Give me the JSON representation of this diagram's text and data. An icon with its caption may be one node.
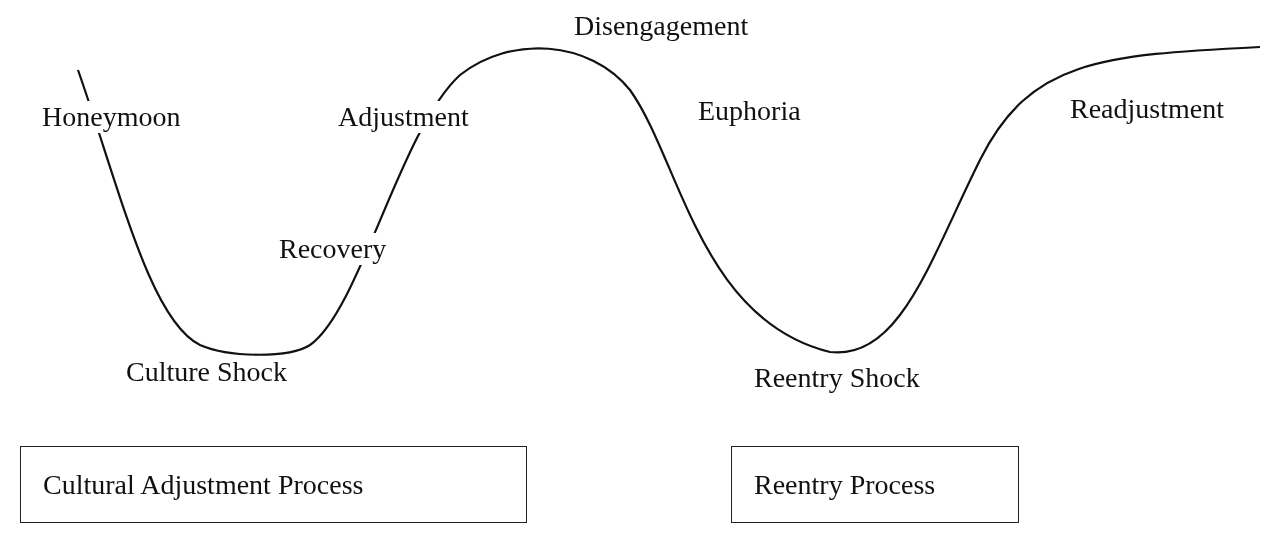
{
  "diagram": {
    "nodes": [
      {
        "text": [
          "Cultural Adjustment Process"
        ]
      },
      {
        "text": [
          "Reentry Process"
        ]
      }
    ],
    "labels": [
      "Disengagement",
      "Honeymoon",
      "Adjustment",
      "Euphoria",
      "Readjustment",
      "Recovery",
      "Culture Shock",
      "Reentry Shock"
    ]
  }
}
